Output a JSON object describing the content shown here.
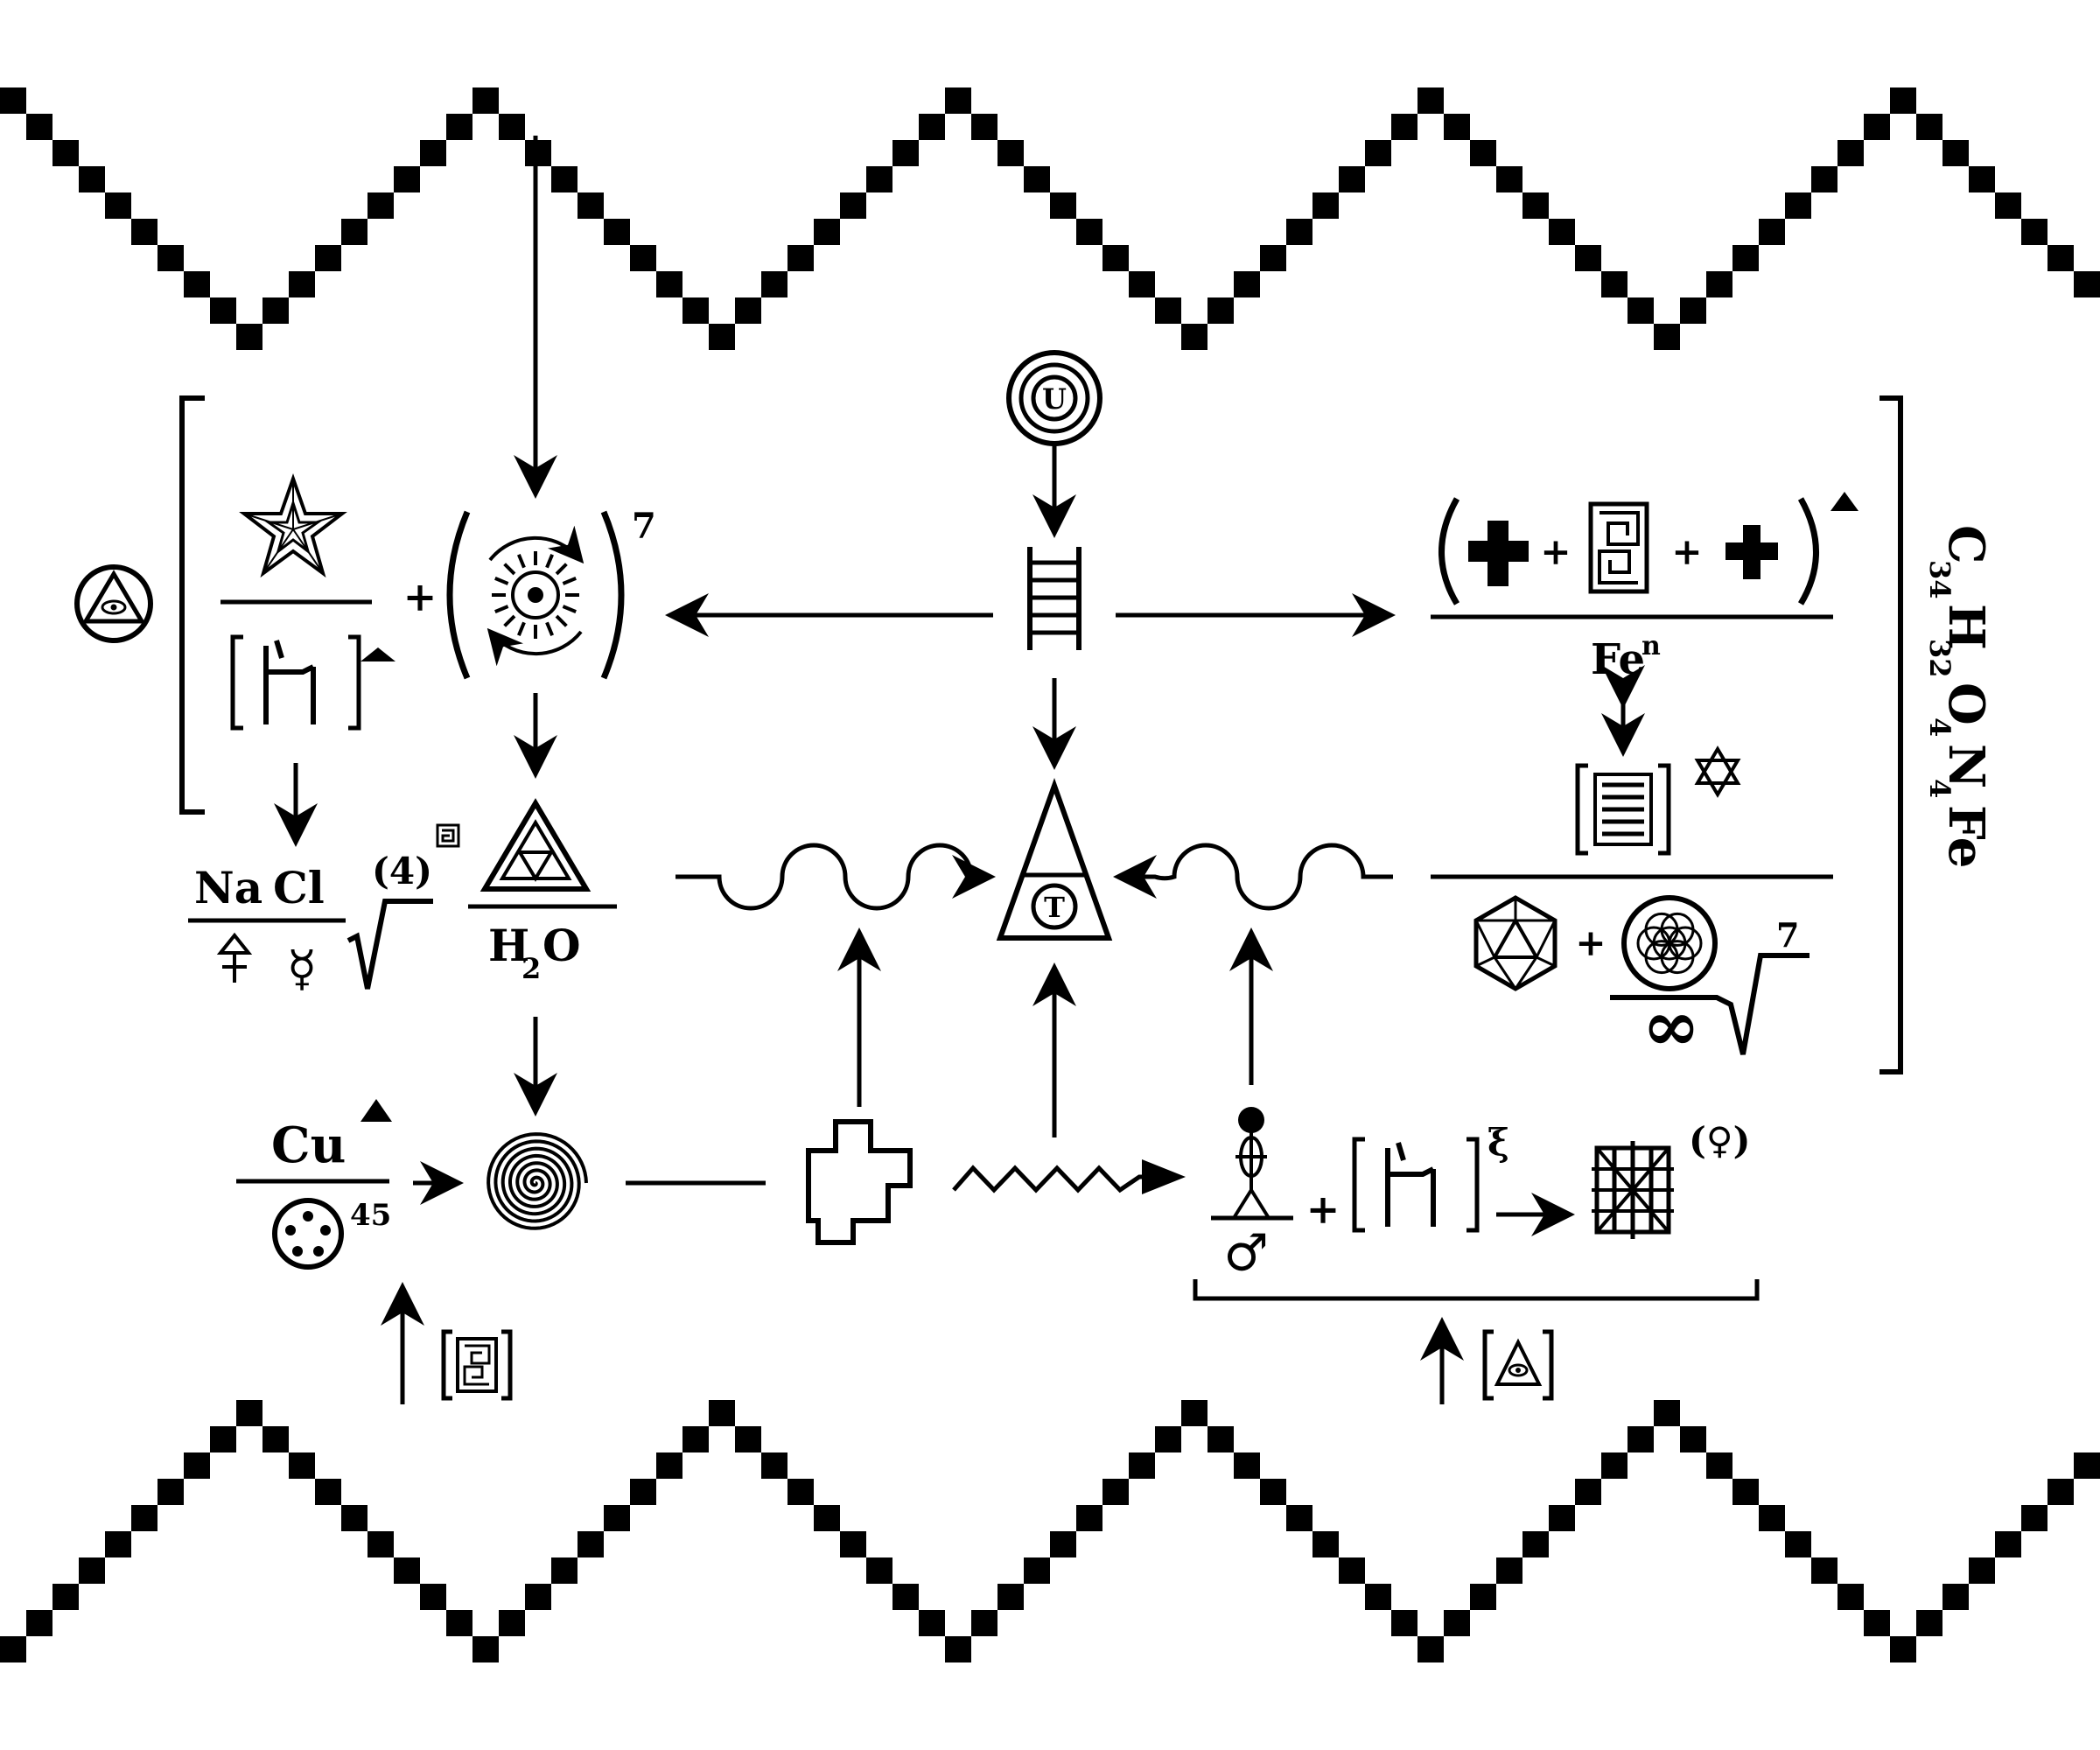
{
  "labels": {
    "nacl_na": "Na",
    "nacl_cl": "Cl",
    "root_exp": "(4)",
    "h2o_h": "H",
    "h2o_sub": "2",
    "h2o_o": "O",
    "cu": "Cu",
    "disc_exp": "45",
    "exp_seven": "7",
    "fe": "Fe",
    "fe_exp": "n",
    "root7": "7",
    "infinity": "∞",
    "plus": "+",
    "seal_letter_top": "U",
    "seal_letter_tri": "T",
    "section_sign": "ξ",
    "female_paren": "(♀)",
    "female_sym": "♀",
    "mercury_sym": "☿",
    "male_sym": "♂",
    "hexagram": "✡"
  },
  "formula": {
    "parts": [
      {
        "el": "C",
        "n": "34"
      },
      {
        "el": "H",
        "n": "32"
      },
      {
        "el": "O",
        "n": "4"
      },
      {
        "el": "N",
        "n": "4"
      },
      {
        "el": "Fe",
        "n": ""
      }
    ]
  },
  "icons": [
    "eye-triangle-circle-icon",
    "star-icon",
    "rune-bracket-icon",
    "sun-cycle-icon",
    "spiral-seal-icon",
    "ladder-icon",
    "cross-icon",
    "greek-key-icon",
    "hexagram-icon",
    "lines-bracket-icon",
    "icosahedron-icon",
    "flower-of-life-icon",
    "triangle-t-icon",
    "triforce-icon",
    "spiral-icon",
    "step-cross-icon",
    "zigzag-icon",
    "figure-icon",
    "grid-icon",
    "disc-dots-icon"
  ],
  "colors": {
    "ink": "#000000",
    "paper": "#ffffff"
  }
}
